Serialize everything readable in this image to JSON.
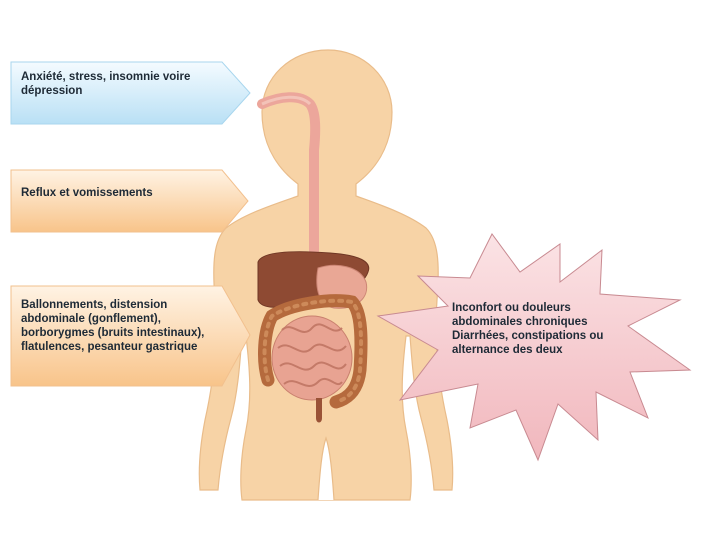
{
  "callouts": {
    "anxiety": "Anxiété, stress, insomnie voire dépression",
    "reflux": "Reflux et vomissements",
    "bloating": "Ballonnements, distension abdominale (gonflement), borborygmes (bruits intestinaux), flatulences, pesanteur gastrique",
    "pain": "Inconfort ou douleurs abdominales chroniques Diarrhées, constipations ou alternance des deux"
  },
  "colors": {
    "skin": "#f7d3a6",
    "skin_outline": "#e8b985",
    "esophagus": "#eea89c",
    "liver": "#8f4a33",
    "stomach": "#e9a795",
    "colon": "#b46a3d",
    "small_intestine": "#e7a08e",
    "callout_blue": "#cfe9f7",
    "callout_orange": "#fbd3a2",
    "starburst": "#f6c9cd"
  },
  "icons": {
    "body": "human-body-silhouette-icon",
    "digestive": "digestive-system-icon"
  }
}
